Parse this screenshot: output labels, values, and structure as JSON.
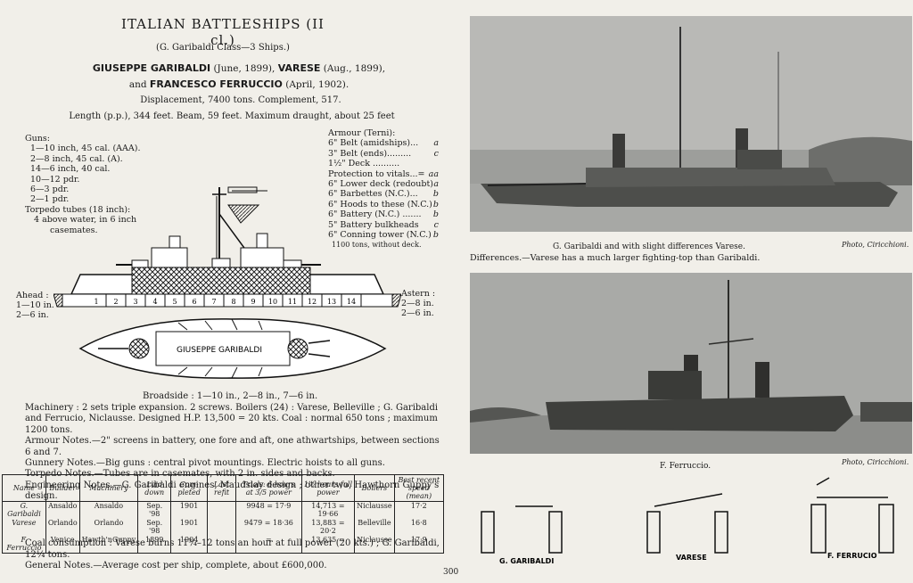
{
  "title": "ITALIAN BATTLESHIPS (II cl.)",
  "class_line": "(G. Garibaldi Class—3 Ships.)",
  "names": {
    "n1": "GIUSEPPE GARIBALDI",
    "d1": "(June, 1899),",
    "n2": "VARESE",
    "d2": "(Aug., 1899),",
    "and": "and",
    "n3": "FRANCESCO FERRUCCIO",
    "d3": "(April, 1902)."
  },
  "displacement": "Displacement, 7400 tons. Complement, 517.",
  "dimensions": "Length (p.p.), 344 feet. Beam, 59 feet. Maximum draught, about 25 feet",
  "guns": {
    "heading": "Guns:",
    "lines": [
      "1—10 inch, 45 cal. (AAA).",
      "2—8 inch, 45 cal. (A).",
      "14—6 inch, 40 cal.",
      "10—12 pdr.",
      "6—3 pdr.",
      "2—1 pdr.",
      "Torpedo tubes (18 inch):",
      "4 above water, in 6 inch",
      "casemates."
    ]
  },
  "armour": {
    "heading": "Armour (Terni):",
    "rows": [
      {
        "label": "6\" Belt (amidships)...",
        "grade": "a"
      },
      {
        "label": "3\" Belt (ends).........",
        "grade": "c"
      },
      {
        "label": "1½\" Deck ..........",
        "grade": ""
      },
      {
        "label": "Protection to vitals...=",
        "grade": "aa"
      },
      {
        "label": "6\" Lower deck (redoubt)",
        "grade": "a"
      },
      {
        "label": "6\" Barbettes (N.C.)...",
        "grade": "b"
      },
      {
        "label": "6\" Hoods to these (N.C.)",
        "grade": "b"
      },
      {
        "label": "6\" Battery (N.C.) .......",
        "grade": "b"
      },
      {
        "label": "5\" Battery bulkheads",
        "grade": "c"
      },
      {
        "label": "6\" Conning tower (N.C.)",
        "grade": "b"
      }
    ],
    "footer": "1100 tons, without deck."
  },
  "ahead": {
    "label": "Ahead :",
    "lines": [
      "1—10 in.",
      "2—6 in."
    ]
  },
  "astern": {
    "label": "Astern :",
    "lines": [
      "2—8 in.",
      "2—6 in."
    ]
  },
  "plan_label": "GIUSEPPE GARIBALDI",
  "section_numbers": [
    "1",
    "2",
    "3",
    "4",
    "5",
    "6",
    "7",
    "8",
    "9",
    "10",
    "11",
    "12",
    "13",
    "14"
  ],
  "broadside": "Broadside : 1—10 in., 2—8 in., 7—6 in.",
  "notes": {
    "machinery": "Machinery : 2 sets triple expansion. 2 screws. Boilers (24) : Varese, Belleville ; G. Garibaldi and Ferrucio, Niclausse. Designed H.P. 13,500 = 20 kts. Coal : normal 650 tons ; maximum 1200 tons.",
    "armour_notes": "Armour Notes.—2\" screens in battery, one fore and aft, one athwartships, between sections 6 and 7.",
    "gunnery": "Gunnery Notes.—Big guns : central pivot mountings. Electric hoists to all guns.",
    "torpedo": "Torpedo Notes.—Tubes are in casemates, with 2 in. sides and backs.",
    "engineering": "Engineering Notes.—G. Garibaldi engines, Maudslay design ; other two, Hawthorn Guppy's design."
  },
  "table": {
    "headers": [
      "Name",
      "Builder",
      "Machinery",
      "Laid down",
      "Com-pleted",
      "Last refit",
      "Trials: 6 hours at 3/5 power",
      "1½ hours full power",
      "Boilers",
      "Best recent speed"
    ],
    "rows": [
      [
        "G. Garibaldi",
        "Ansaldo",
        "Ansaldo",
        "Sep. '98",
        "1901",
        "",
        "9948 = 17·9",
        "14,713 = 19·66",
        "Niclausse",
        "17·2"
      ],
      [
        "Varese",
        "Orlando",
        "Orlando",
        "Sep. '98",
        "1901",
        "",
        "9479 = 18·36",
        "13,883 = 20·2",
        "Belleville",
        "16·8"
      ],
      [
        "F. Ferruccio",
        "Venice",
        "Hawth'nGuppy",
        "1899",
        "1904",
        "",
        "=",
        "13,635 =",
        "Niclausse",
        "17·9"
      ]
    ],
    "speed_note": "(mean)"
  },
  "coal_consumption": "Coal consumption : Varese burns 11¾–12 tons an hour at full power (20 kts.) ; G. Garibaldi, 12¼ tons.",
  "general_notes": "General Notes.—Average cost per ship, complete, about £600,000.",
  "page_number": "300",
  "photo1": {
    "caption": "G. Garibaldi and with slight differences Varese.",
    "credit": "Photo, Ciricchioni.",
    "differences": "Differences.—Varese has a much larger fighting-top than Garibaldi."
  },
  "photo2": {
    "caption": "F. Ferruccio.",
    "credit": "Photo, Ciricchioni."
  },
  "funnel_labels": [
    "G. GARIBALDI",
    "VARESE",
    "F. FERRUCIO"
  ]
}
